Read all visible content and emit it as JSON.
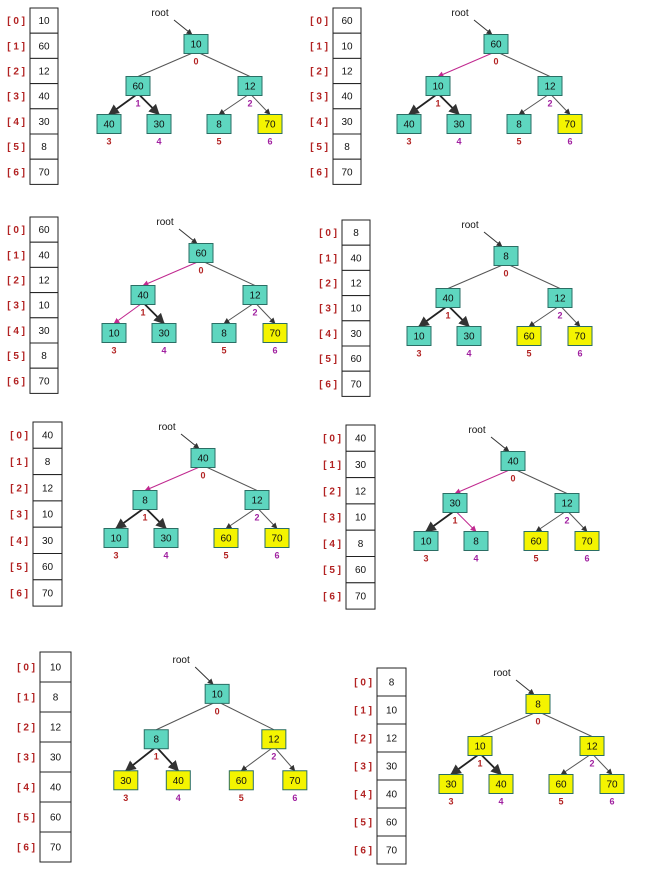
{
  "colors": {
    "node_fill": "#5ed6bf",
    "node_done": "#f4f400",
    "edge": "#555555",
    "edge_active": "#c0288f",
    "pos_normal": "#b22222",
    "pos_highlight": "#a020a0",
    "index_label": "#b22222"
  },
  "root_label": "root",
  "index_labels": [
    "[ 0 ]",
    "[ 1 ]",
    "[ 2 ]",
    "[ 3 ]",
    "[ 4 ]",
    "[ 5 ]",
    "[ 6 ]"
  ],
  "position_labels": [
    "0",
    "1",
    "2",
    "3",
    "4",
    "5",
    "6"
  ],
  "panels": [
    {
      "array": [
        "10",
        "60",
        "12",
        "40",
        "30",
        "8",
        "70"
      ],
      "done": [
        6
      ],
      "active_edges": [],
      "highlight_pos": [
        1,
        2,
        4,
        6
      ]
    },
    {
      "array": [
        "60",
        "10",
        "12",
        "40",
        "30",
        "8",
        "70"
      ],
      "done": [
        6
      ],
      "active_edges": [
        [
          0,
          1
        ]
      ],
      "highlight_pos": [
        2,
        4,
        6
      ]
    },
    {
      "array": [
        "60",
        "40",
        "12",
        "10",
        "30",
        "8",
        "70"
      ],
      "done": [
        6
      ],
      "active_edges": [
        [
          0,
          1
        ],
        [
          1,
          3
        ]
      ],
      "highlight_pos": [
        2,
        4,
        6
      ]
    },
    {
      "array": [
        "8",
        "40",
        "12",
        "10",
        "30",
        "60",
        "70"
      ],
      "done": [
        5,
        6
      ],
      "active_edges": [],
      "highlight_pos": [
        2,
        4,
        6
      ]
    },
    {
      "array": [
        "40",
        "8",
        "12",
        "10",
        "30",
        "60",
        "70"
      ],
      "done": [
        5,
        6
      ],
      "active_edges": [
        [
          0,
          1
        ]
      ],
      "highlight_pos": [
        2,
        4,
        6
      ]
    },
    {
      "array": [
        "40",
        "30",
        "12",
        "10",
        "8",
        "60",
        "70"
      ],
      "done": [
        5,
        6
      ],
      "active_edges": [
        [
          0,
          1
        ],
        [
          1,
          4
        ]
      ],
      "highlight_pos": [
        2,
        4,
        6
      ]
    },
    {
      "array": [
        "10",
        "8",
        "12",
        "30",
        "40",
        "60",
        "70"
      ],
      "done": [
        2,
        3,
        4,
        5,
        6
      ],
      "active_edges": [],
      "highlight_pos": [
        2,
        4,
        6
      ]
    },
    {
      "array": [
        "8",
        "10",
        "12",
        "30",
        "40",
        "60",
        "70"
      ],
      "done": [
        0,
        1,
        2,
        3,
        4,
        5,
        6
      ],
      "active_edges": [],
      "highlight_pos": [
        2,
        4,
        6
      ]
    }
  ]
}
